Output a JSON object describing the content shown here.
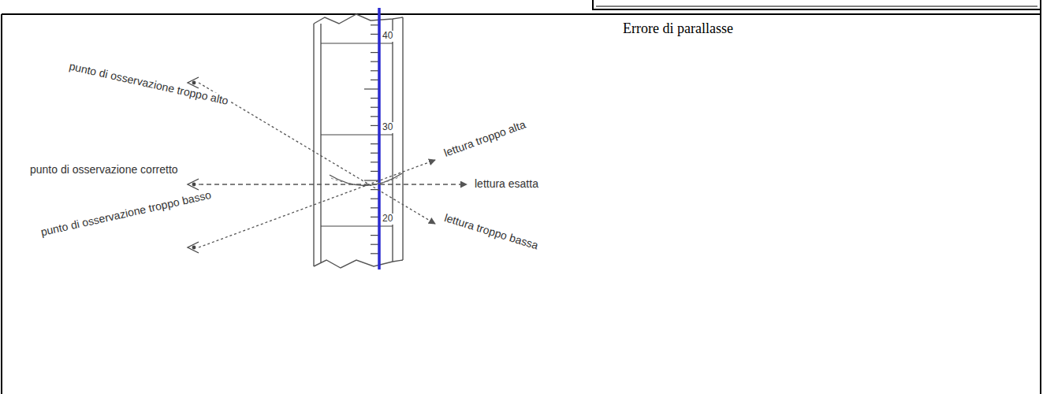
{
  "diagram": {
    "title": "Errore di parallasse",
    "labels": [
      "punto di osservazione troppo alto",
      "punto di osservazione corretto",
      "punto di osservazione troppo basso",
      "lettura troppo alta",
      "lettura esatta",
      "lettura troppo bassa",
      "40",
      "30",
      "20"
    ]
  }
}
